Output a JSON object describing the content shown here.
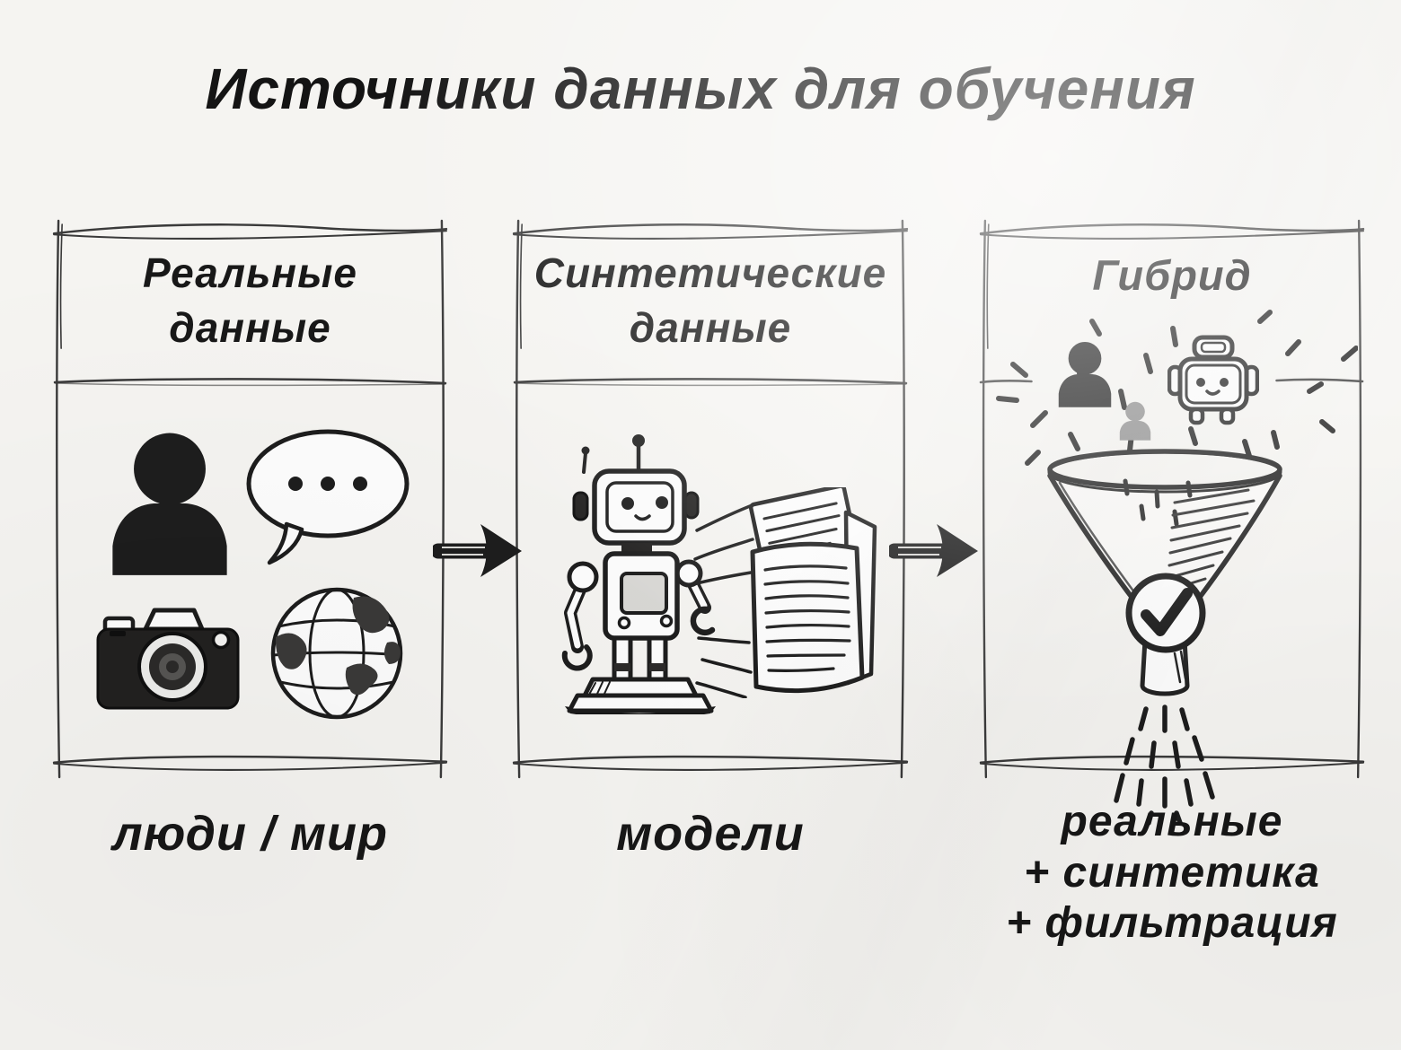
{
  "title": "Источники данных для обучения",
  "panels": [
    {
      "title_lines": [
        "Реальные",
        "данные"
      ],
      "caption": "люди / мир",
      "icons": [
        "person-icon",
        "speech-bubble-icon",
        "camera-icon",
        "globe-icon"
      ]
    },
    {
      "title_lines": [
        "Синтетические",
        "данные"
      ],
      "caption": "модели",
      "icons": [
        "robot-icon",
        "documents-icon"
      ]
    },
    {
      "title_lines": [
        "Гибрид"
      ],
      "caption_lines": [
        "реальные",
        "+ синтетика",
        "+ фильтрация"
      ],
      "icons": [
        "person-icon",
        "small-person-icon",
        "robot-head-icon",
        "sparks-icon",
        "funnel-icon",
        "checkmark-icon"
      ]
    }
  ],
  "connectors": [
    "arrow-right-icon",
    "arrow-right-icon"
  ],
  "colors": {
    "ink": "#1d1d1d",
    "frame": "#3a3a3a",
    "paper": "#f5f4f1",
    "paper_white": "#fdfdfd",
    "gray": "#8f8f8f"
  }
}
